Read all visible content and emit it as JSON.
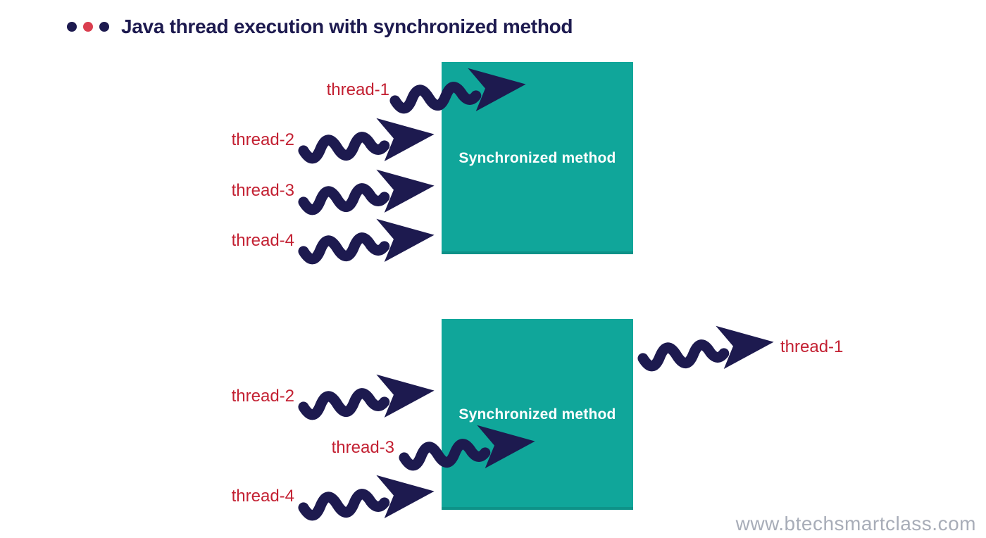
{
  "header": {
    "title": "Java thread execution with synchronized method",
    "bullets": [
      {
        "color": "#1d1a4f"
      },
      {
        "color": "#da3e4f"
      },
      {
        "color": "#1d1a4f"
      }
    ]
  },
  "colors": {
    "navy_arrow": "#1d1a4f",
    "thread_label_red": "#c32032",
    "box_teal": "#10a69a",
    "box_text_white": "#ffffff",
    "watermark_gray": "#a8adb8"
  },
  "diagram_top": {
    "box_label": "Synchronized method",
    "threads": [
      {
        "label": "thread-1",
        "state": "entering-box"
      },
      {
        "label": "thread-2",
        "state": "waiting-at-edge"
      },
      {
        "label": "thread-3",
        "state": "waiting-at-edge"
      },
      {
        "label": "thread-4",
        "state": "waiting-at-edge"
      }
    ]
  },
  "diagram_bottom": {
    "box_label": "Synchronized method",
    "threads": [
      {
        "label": "thread-1",
        "state": "exiting-right"
      },
      {
        "label": "thread-2",
        "state": "waiting-at-edge"
      },
      {
        "label": "thread-3",
        "state": "entering-box"
      },
      {
        "label": "thread-4",
        "state": "waiting-at-edge"
      }
    ]
  },
  "watermark": "www.btechsmartclass.com"
}
